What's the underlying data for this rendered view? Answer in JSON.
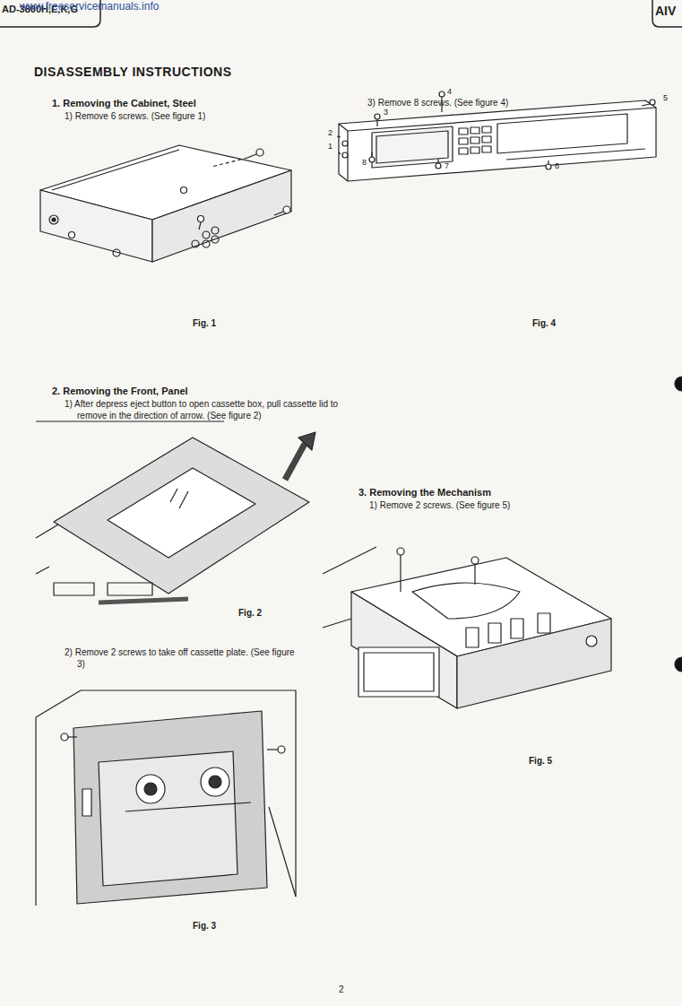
{
  "diagram": {
    "title": "DISASSEMBLY INSTRUCTIONS",
    "nodes": [
      {
        "text": [
          "AD-3800H,E,K,G"
        ]
      },
      {
        "text": [
          "AIV"
        ]
      }
    ],
    "labels": [
      "www.freeservicemanuals.info",
      "1. Removing the Cabinet, Steel",
      "1) Remove 6 screws. (See figure 1)",
      "Fig. 1",
      "2. Removing the Front, Panel",
      "1) After depress eject button to open cassette box, pull cassette lid to remove in the direction of arrow. (See figure 2)",
      "Fig. 2",
      "2) Remove 2 screws to take off cassette plate. (See figure 3)",
      "Fig. 3",
      "3) Remove 8 screws. (See figure 4)",
      "1",
      "2",
      "3",
      "4",
      "5",
      "6",
      "7",
      "8",
      "Fig. 4",
      "3. Removing the Mechanism",
      "1) Remove 2 screws. (See figure 5)",
      "Fig. 5",
      "2"
    ]
  }
}
